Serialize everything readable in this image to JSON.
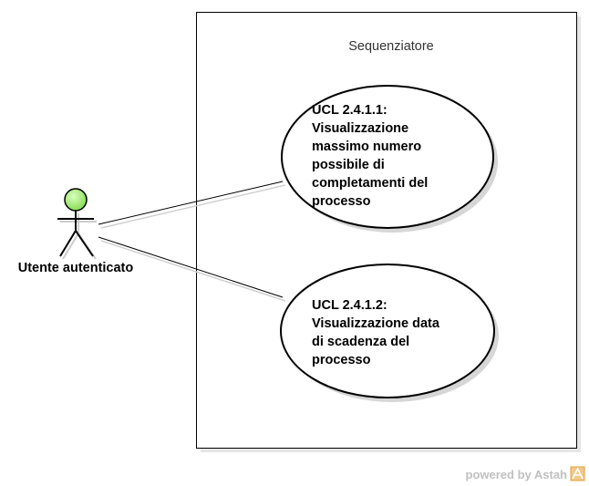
{
  "system": {
    "name": "Sequenziatore"
  },
  "actor": {
    "name": "Utente autenticato"
  },
  "use_cases": [
    {
      "lines": [
        "UCL 2.4.1.1:",
        "Visualizzazione",
        "massimo numero",
        "possibile di",
        "completamenti del",
        "processo"
      ]
    },
    {
      "lines": [
        "UCL 2.4.1.2:",
        "Visualizzazione data",
        "di scadenza del",
        "processo"
      ]
    }
  ],
  "watermark": {
    "text": "powered by Astah",
    "icon": "astah-logo-icon"
  },
  "colors": {
    "actor_head": "#99ee66",
    "stroke": "#000000",
    "shadow": "#cccccc"
  }
}
